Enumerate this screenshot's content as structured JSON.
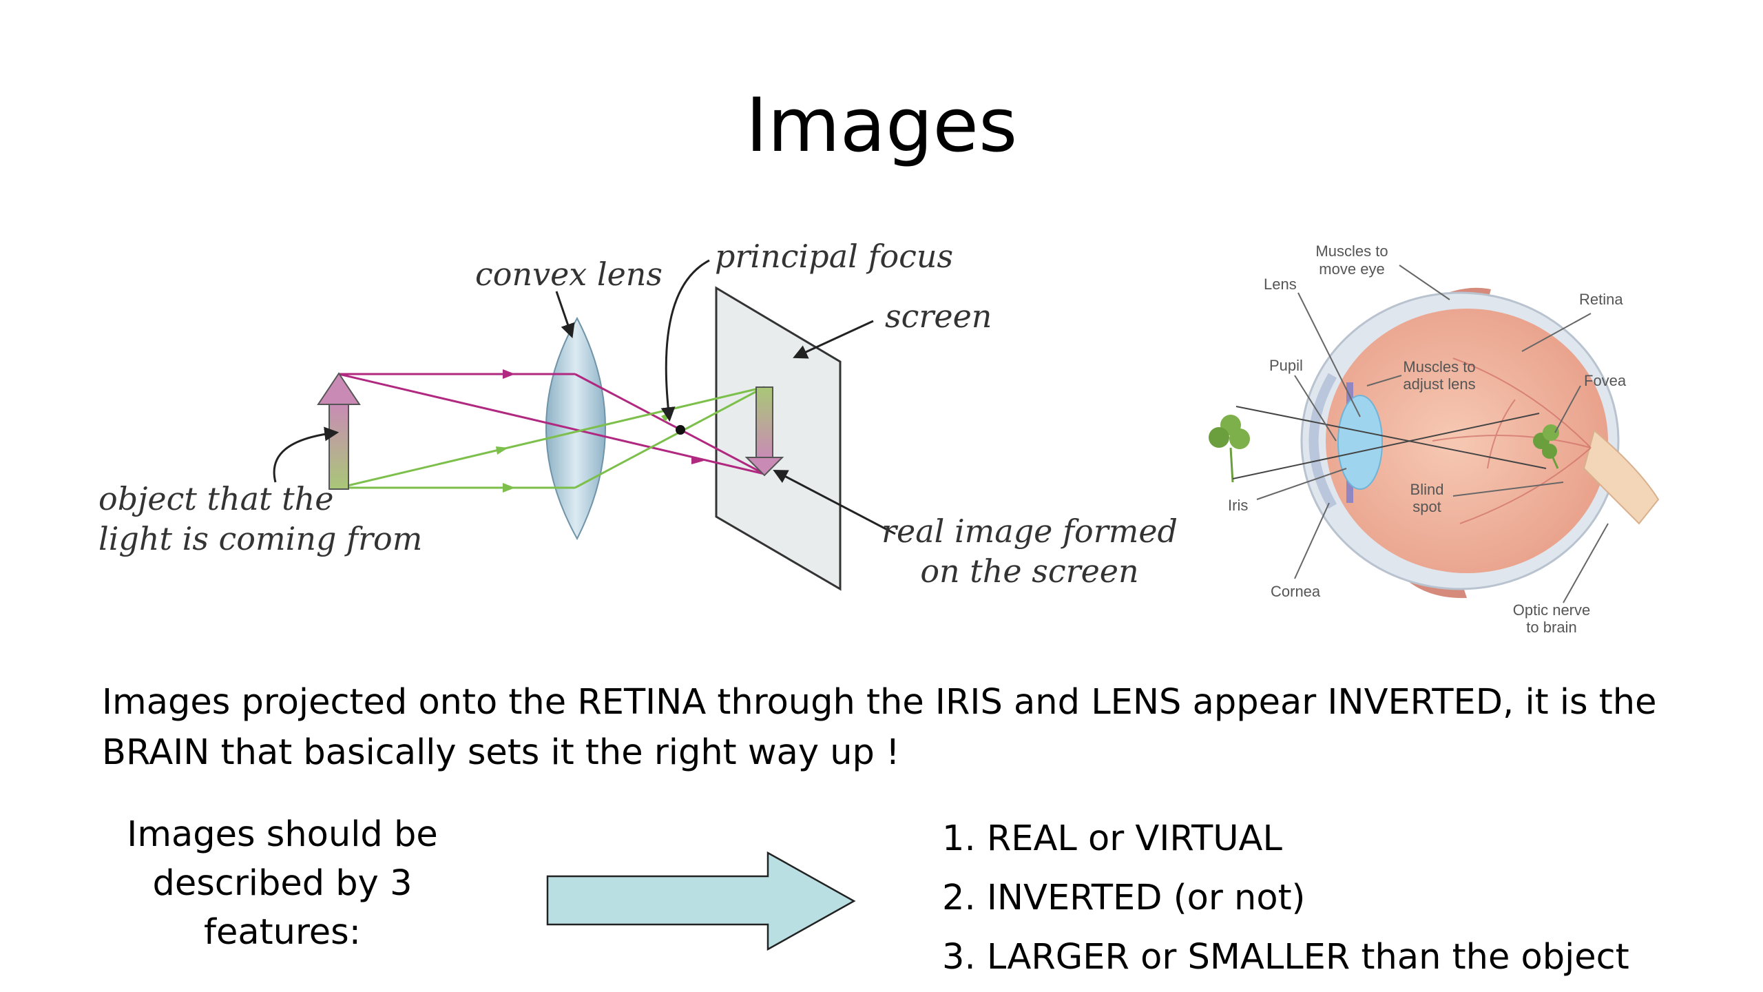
{
  "slide": {
    "title": "Images",
    "lens_diagram": {
      "label_convex_lens": "convex lens",
      "label_principal_focus": "principal focus",
      "label_screen": "screen",
      "label_object_line1": "object that the",
      "label_object_line2": "light is coming from",
      "label_image_line1": "real image formed",
      "label_image_line2": "on the screen",
      "colors": {
        "ray_magenta": "#b0287f",
        "ray_green": "#7cbf4a",
        "lens_fill": "#aac8d8",
        "screen_fill": "#e8ecec"
      }
    },
    "eye_diagram": {
      "label_muscles_move_line1": "Muscles to",
      "label_muscles_move_line2": "move eye",
      "label_lens": "Lens",
      "label_retina": "Retina",
      "label_pupil": "Pupil",
      "label_muscles_adjust_line1": "Muscles to",
      "label_muscles_adjust_line2": "adjust lens",
      "label_fovea": "Fovea",
      "label_iris": "Iris",
      "label_blind_line1": "Blind",
      "label_blind_line2": "spot",
      "label_cornea": "Cornea",
      "label_optic_line1": "Optic nerve",
      "label_optic_line2": "to brain"
    },
    "paragraph": "Images projected onto the RETINA through the IRIS and LENS appear INVERTED, it is the BRAIN that basically sets it the right way up !",
    "left_note": "Images should be described by 3 features:",
    "features": [
      "1. REAL or VIRTUAL",
      "2. INVERTED (or not)",
      "3. LARGER or SMALLER than the object"
    ],
    "arrow_color": "#b9dfe3"
  }
}
